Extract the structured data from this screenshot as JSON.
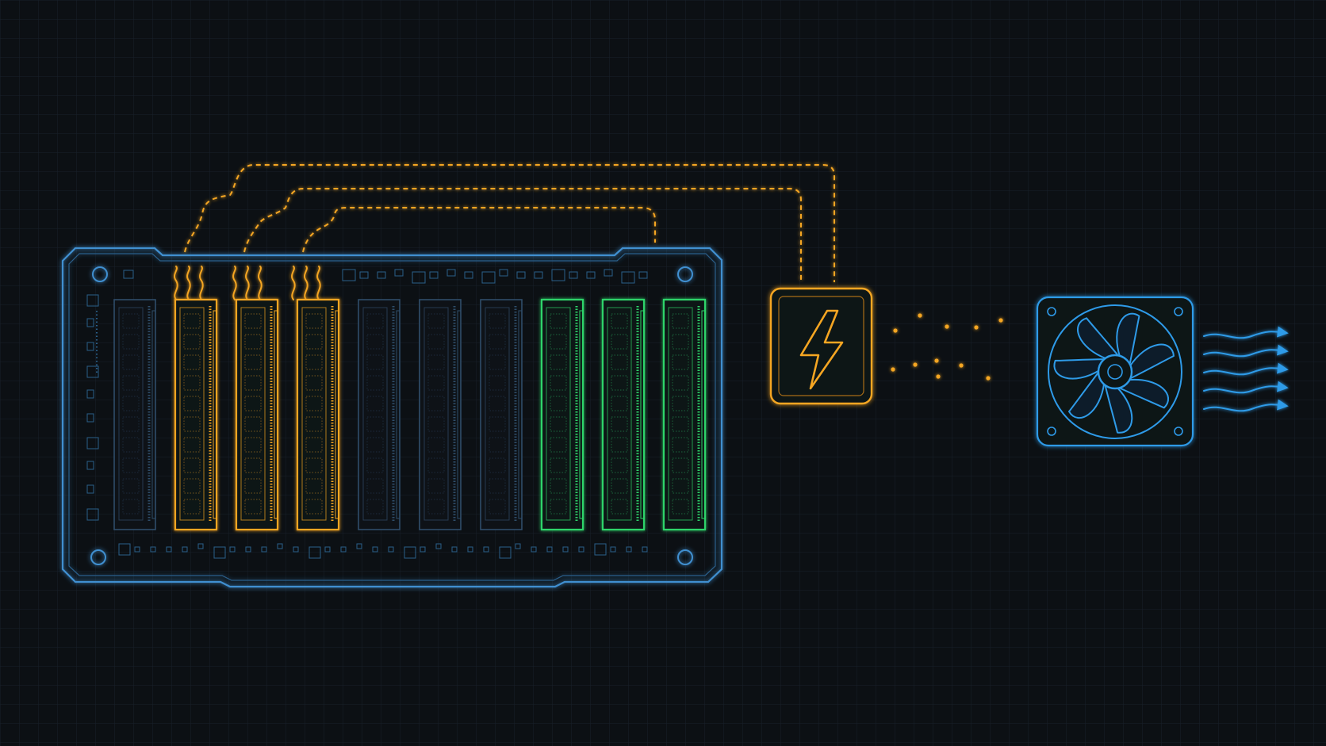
{
  "diagram": {
    "caption": "",
    "colors": {
      "background": "#0c1014",
      "grid": "#18202a",
      "board": "#3f8fd0",
      "slot_idle": "#2f4d6a",
      "slot_hot": "#f5a623",
      "slot_ok": "#2ed46a",
      "power": "#f5a623",
      "fan": "#2f9be8",
      "airflow": "#2f9be8"
    },
    "board": {
      "icon": "memory-board-icon",
      "slots": [
        {
          "state": "idle"
        },
        {
          "state": "hot"
        },
        {
          "state": "hot"
        },
        {
          "state": "hot"
        },
        {
          "state": "idle"
        },
        {
          "state": "idle"
        },
        {
          "state": "idle"
        },
        {
          "state": "ok"
        },
        {
          "state": "ok"
        },
        {
          "state": "ok"
        }
      ]
    },
    "power_unit": {
      "icon": "lightning-bolt-icon"
    },
    "fan": {
      "icon": "fan-icon"
    },
    "airflow": {
      "icon": "airflow-arrows-icon",
      "streams": 5
    }
  }
}
